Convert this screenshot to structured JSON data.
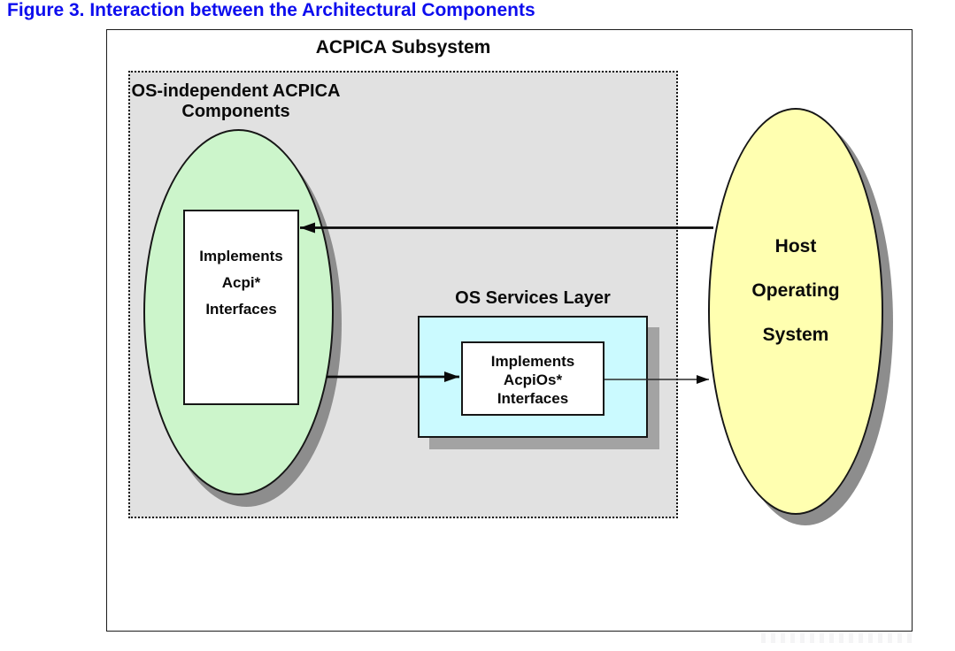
{
  "caption": "Figure 3. Interaction between the Architectural Components",
  "subsystem": {
    "label": "ACPICA Subsystem"
  },
  "os_independent": {
    "lines": [
      "OS-independent ACPICA",
      "Components"
    ]
  },
  "acpi_box": {
    "lines": [
      "Implements",
      "Acpi*",
      "Interfaces"
    ]
  },
  "os_services": {
    "label": "OS Services Layer",
    "lines": [
      "Implements",
      "AcpiOs*",
      "Interfaces"
    ]
  },
  "host_os": {
    "lines": [
      "Host",
      "Operating",
      "System"
    ]
  },
  "colors": {
    "caption": "#0d0dee",
    "ink": "#0a0a0a",
    "box-gray": "#e1e1e1",
    "green": "#ccf5cb",
    "cyan": "#cbfaff",
    "yellow": "#ffffb0",
    "shadow": "#8d8d8d",
    "box-shadow-gray": "#a3a3a3"
  }
}
